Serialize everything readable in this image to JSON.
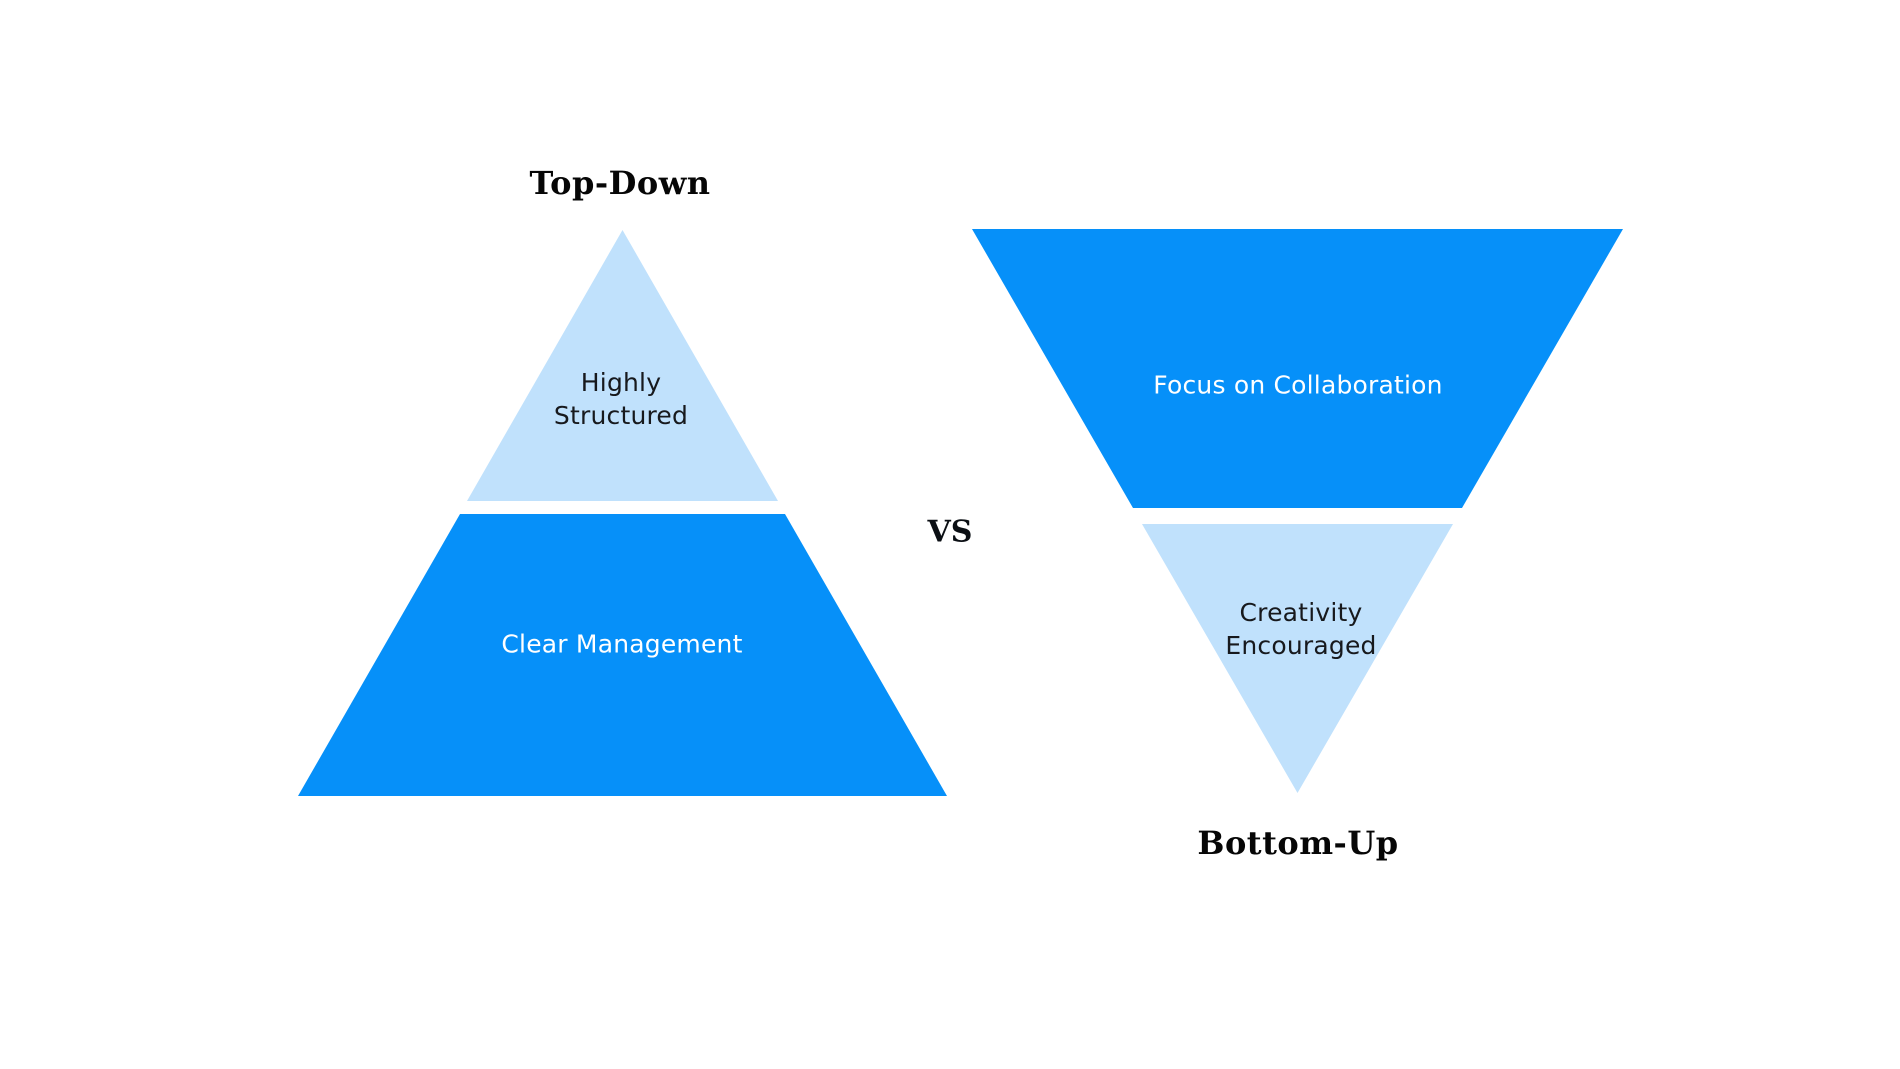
{
  "colors": {
    "dark_blue": "#0690f9",
    "light_blue": "#c0e1fc",
    "title_black": "#060606",
    "label_dark": "#17191d",
    "label_light": "#ffffff",
    "background": "#ffffff"
  },
  "left_pyramid": {
    "title": "Top-Down",
    "orientation": "upright",
    "top_segment": {
      "label": "Highly Structured",
      "fill": "light_blue"
    },
    "bottom_segment": {
      "label": "Clear Management",
      "fill": "dark_blue"
    }
  },
  "divider": {
    "label": "VS"
  },
  "right_pyramid": {
    "title": "Bottom-Up",
    "orientation": "inverted",
    "top_segment": {
      "label": "Focus on Collaboration",
      "fill": "dark_blue"
    },
    "bottom_segment": {
      "label": "Creativity Encouraged",
      "fill": "light_blue"
    }
  }
}
